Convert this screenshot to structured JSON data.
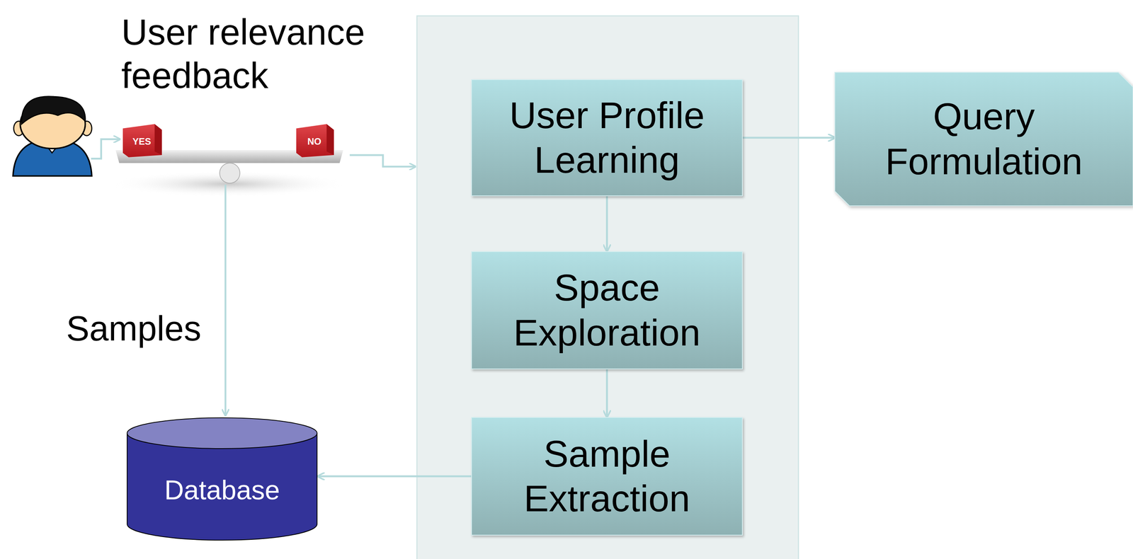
{
  "diagram": {
    "nodes": [
      {
        "text": [
          "User Profile Learning"
        ]
      },
      {
        "text": [
          "Query Formulation"
        ]
      },
      {
        "text": [
          "Space Exploration"
        ]
      },
      {
        "text": [
          "Sample Extraction"
        ]
      },
      {
        "text": [
          "Database"
        ]
      }
    ],
    "edges": [
      {
        "from": 0,
        "to": 1,
        "arrow": "to"
      },
      {
        "from": 0,
        "to": 2,
        "arrow": "to"
      },
      {
        "from": 2,
        "to": 3,
        "arrow": "to"
      },
      {
        "from": 3,
        "to": 4,
        "arrow": "to"
      }
    ],
    "labels": [
      "User relevance feedback",
      "YES",
      "NO",
      "Samples"
    ]
  }
}
